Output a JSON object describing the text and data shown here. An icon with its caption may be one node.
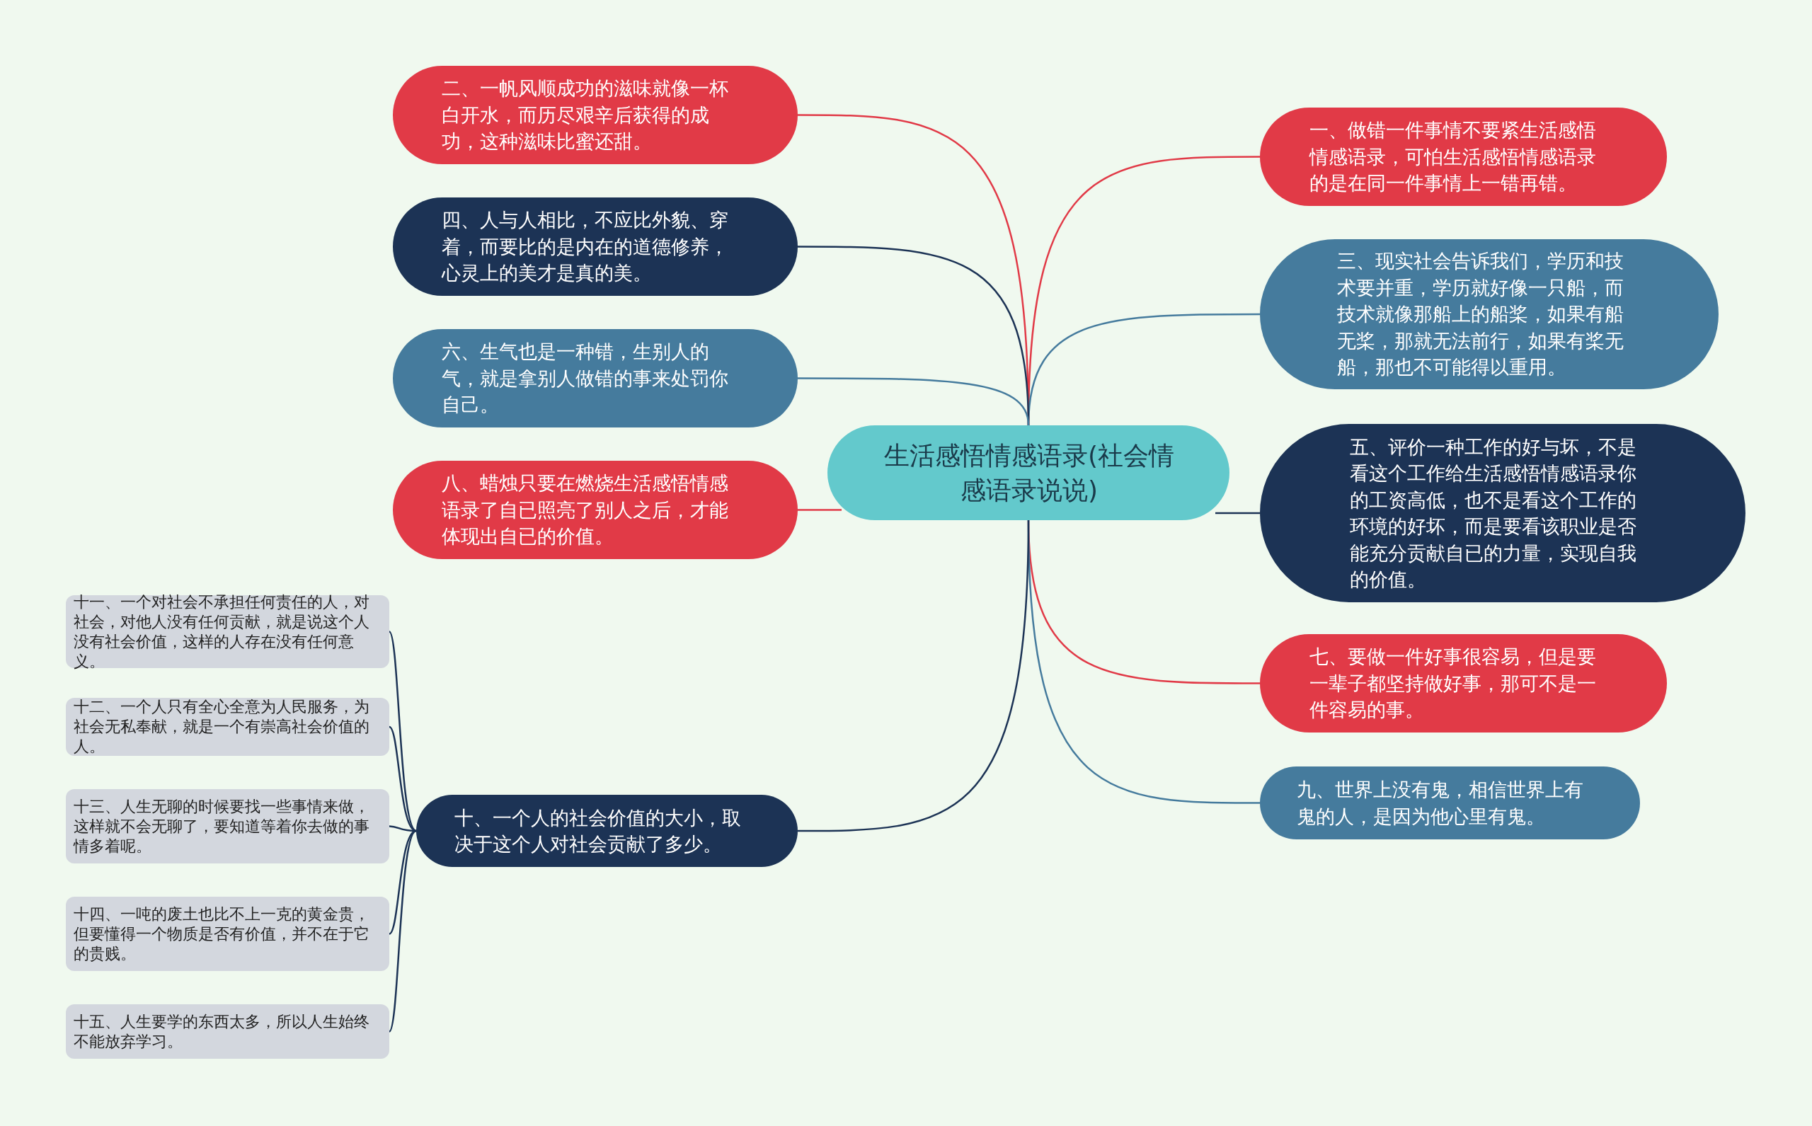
{
  "diagram": {
    "nodes": [
      {
        "text": [
          "生活感悟情感语录(社会情感语录说说)"
        ]
      },
      {
        "text": [
          "一、做错一件事情不要紧生活感悟情感语录，可怕生活感悟情感语录的是在同一件事情上一错再错。"
        ]
      },
      {
        "text": [
          "二、一帆风顺成功的滋味就像一杯白开水，而历尽艰辛后获得的成功，这种滋味比蜜还甜。"
        ]
      },
      {
        "text": [
          "三、现实社会告诉我们，学历和技术要并重，学历就好像一只船，而技术就像那船上的船桨，如果有船无桨，那就无法前行，如果有桨无船，那也不可能得以重用。"
        ]
      },
      {
        "text": [
          "四、人与人相比，不应比外貌、穿着，而要比的是内在的道德修养，心灵上的美才是真的美。"
        ]
      },
      {
        "text": [
          "五、评价一种工作的好与坏，不是看这个工作给生活感悟情感语录你的工资高低，也不是看这个工作的环境的好坏，而是要看该职业是否能充分贡献自已的力量，实现自我的价值。"
        ]
      },
      {
        "text": [
          "六、生气也是一种错，生别人的气，就是拿别人做错的事来处罚你自己。"
        ]
      },
      {
        "text": [
          "七、要做一件好事很容易，但是要一辈子都坚持做好事，那可不是一件容易的事。"
        ]
      },
      {
        "text": [
          "八、蜡烛只要在燃烧生活感悟情感语录了自已照亮了别人之后，才能体现出自已的价值。"
        ]
      },
      {
        "text": [
          "九、世界上没有鬼，相信世界上有鬼的人，是因为他心里有鬼。"
        ]
      },
      {
        "text": [
          "十、一个人的社会价值的大小，取决于这个人对社会贡献了多少。"
        ]
      },
      {
        "text": [
          "十一、一个对社会不承担任何责任的人，对社会，对他人没有任何贡献，就是说这个人没有社会价值，这样的人存在没有任何意义。"
        ]
      },
      {
        "text": [
          "十二、一个人只有全心全意为人民服务，为社会无私奉献，就是一个有崇高社会价值的人。"
        ]
      },
      {
        "text": [
          "十三、人生无聊的时候要找一些事情来做，这样就不会无聊了，要知道等着你去做的事情多着呢。"
        ]
      },
      {
        "text": [
          "十四、一吨的废土也比不上一克的黄金贵，但要懂得一个物质是否有价值，并不在于它的贵贱。"
        ]
      },
      {
        "text": [
          "十五、人生要学的东西太多，所以人生始终不能放弃学习。"
        ]
      }
    ],
    "edges": [
      {
        "from": 0,
        "to": 1,
        "arrow": "none",
        "color": "#e13a47"
      },
      {
        "from": 0,
        "to": 2,
        "arrow": "none",
        "color": "#e13a47"
      },
      {
        "from": 0,
        "to": 3,
        "arrow": "none",
        "color": "#457b9d"
      },
      {
        "from": 0,
        "to": 4,
        "arrow": "none"
      },
      {
        "from": 0,
        "to": 5,
        "arrow": "none"
      },
      {
        "from": 0,
        "to": 6,
        "arrow": "none",
        "color": "#457b9d"
      },
      {
        "from": 0,
        "to": 7,
        "arrow": "none",
        "color": "#e13a47"
      },
      {
        "from": 0,
        "to": 8,
        "arrow": "none",
        "color": "#e13a47"
      },
      {
        "from": 0,
        "to": 9,
        "arrow": "none",
        "color": "#457b9d"
      },
      {
        "from": 0,
        "to": 10,
        "arrow": "none"
      },
      {
        "from": 10,
        "to": 11,
        "arrow": "none"
      },
      {
        "from": 10,
        "to": 12,
        "arrow": "none"
      },
      {
        "from": 10,
        "to": 13,
        "arrow": "none"
      },
      {
        "from": 10,
        "to": 14,
        "arrow": "none"
      },
      {
        "from": 10,
        "to": 15,
        "arrow": "none"
      }
    ]
  }
}
